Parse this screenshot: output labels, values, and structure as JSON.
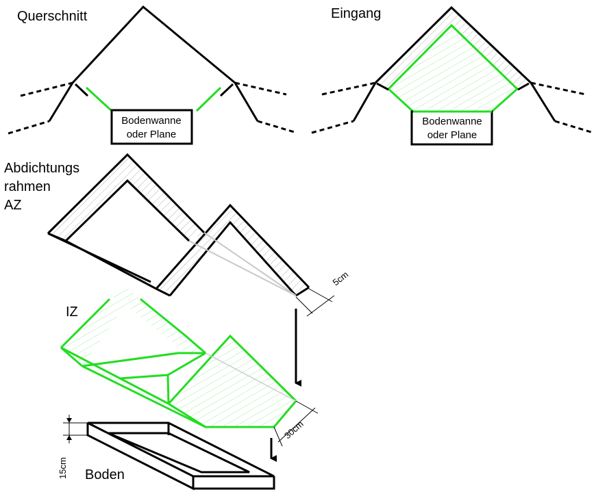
{
  "labels": {
    "querschnitt": "Querschnitt",
    "eingang": "Eingang",
    "box_line1": "Bodenwanne",
    "box_line2": "oder Plane",
    "abdichtung_line1": "Abdichtungs",
    "abdichtung_line2": "rahmen",
    "abdichtung_line3": "AZ",
    "iz": "IZ",
    "boden": "Boden",
    "dim_5cm": "5cm",
    "dim_30cm": "30cm",
    "dim_15cm": "15cm"
  },
  "colors": {
    "stroke": "#000000",
    "green": "#22dd22",
    "hatch": "#bbbbbb",
    "green_hatch": "#9be89b",
    "background": "#ffffff"
  }
}
